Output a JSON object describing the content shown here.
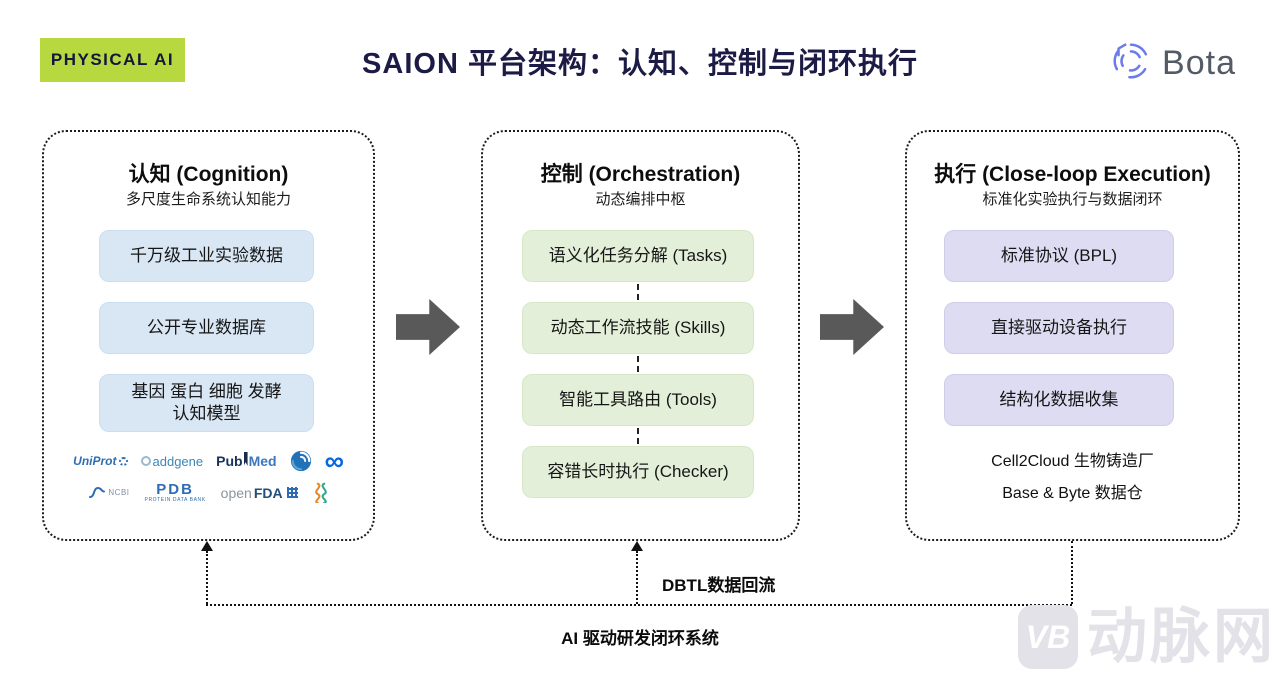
{
  "colors": {
    "badge_bg": "#b7d83e",
    "title_navy": "#1b1b45",
    "blue_fill": "#d9e7f5",
    "green_fill": "#e3efd9",
    "purple_fill": "#dedcf2",
    "arrow_gray": "#595959",
    "bota_icon_blue": "#6b7bea",
    "bota_text_gray": "#525b66",
    "logo_blue": "#2e6db4",
    "meta_blue": "#0866e1",
    "dna_orange": "#e8872b",
    "dna_teal": "#2fa98c",
    "watermark_gray": "#e2e2e8"
  },
  "header": {
    "badge": "PHYSICAL AI",
    "title": "SAION 平台架构：认知、控制与闭环执行",
    "brand": "Bota"
  },
  "panels": [
    {
      "title": "认知 (Cognition)",
      "subtitle": "多尺度生命系统认知能力",
      "items": [
        {
          "lines": [
            "千万级工业实验数据"
          ]
        },
        {
          "lines": [
            "公开专业数据库"
          ]
        },
        {
          "lines": [
            "基因 蛋白 细胞 发酵",
            "认知模型"
          ]
        }
      ],
      "logos": {
        "uniprot": "UniProt",
        "addgene": "addgene",
        "pubmed_pub": "Pub",
        "pubmed_med": "Med",
        "meta": "∞",
        "ncbi": "NCBI",
        "pdb": "PDB",
        "pdb_sub": "PROTEIN DATA BANK",
        "openfda_open": "open",
        "openfda_fda": "FDA"
      }
    },
    {
      "title": "控制 (Orchestration)",
      "subtitle": "动态编排中枢",
      "items": [
        {
          "lines": [
            "语义化任务分解 (Tasks)"
          ]
        },
        {
          "lines": [
            "动态工作流技能 (Skills)"
          ]
        },
        {
          "lines": [
            "智能工具路由 (Tools)"
          ]
        },
        {
          "lines": [
            "容错长时执行 (Checker)"
          ]
        }
      ]
    },
    {
      "title": "执行 (Close-loop Execution)",
      "subtitle": "标准化实验执行与数据闭环",
      "items": [
        {
          "lines": [
            "标准协议 (BPL)"
          ]
        },
        {
          "lines": [
            "直接驱动设备执行"
          ]
        },
        {
          "lines": [
            "结构化数据收集"
          ]
        }
      ],
      "footnotes": [
        "Cell2Cloud 生物铸造厂",
        "Base & Byte 数据仓"
      ]
    }
  ],
  "flow": {
    "dbtl_label": "DBTL数据回流",
    "loop_label": "AI 驱动研发闭环系统"
  },
  "watermark": {
    "icon": "VB",
    "text": "动脉网"
  }
}
